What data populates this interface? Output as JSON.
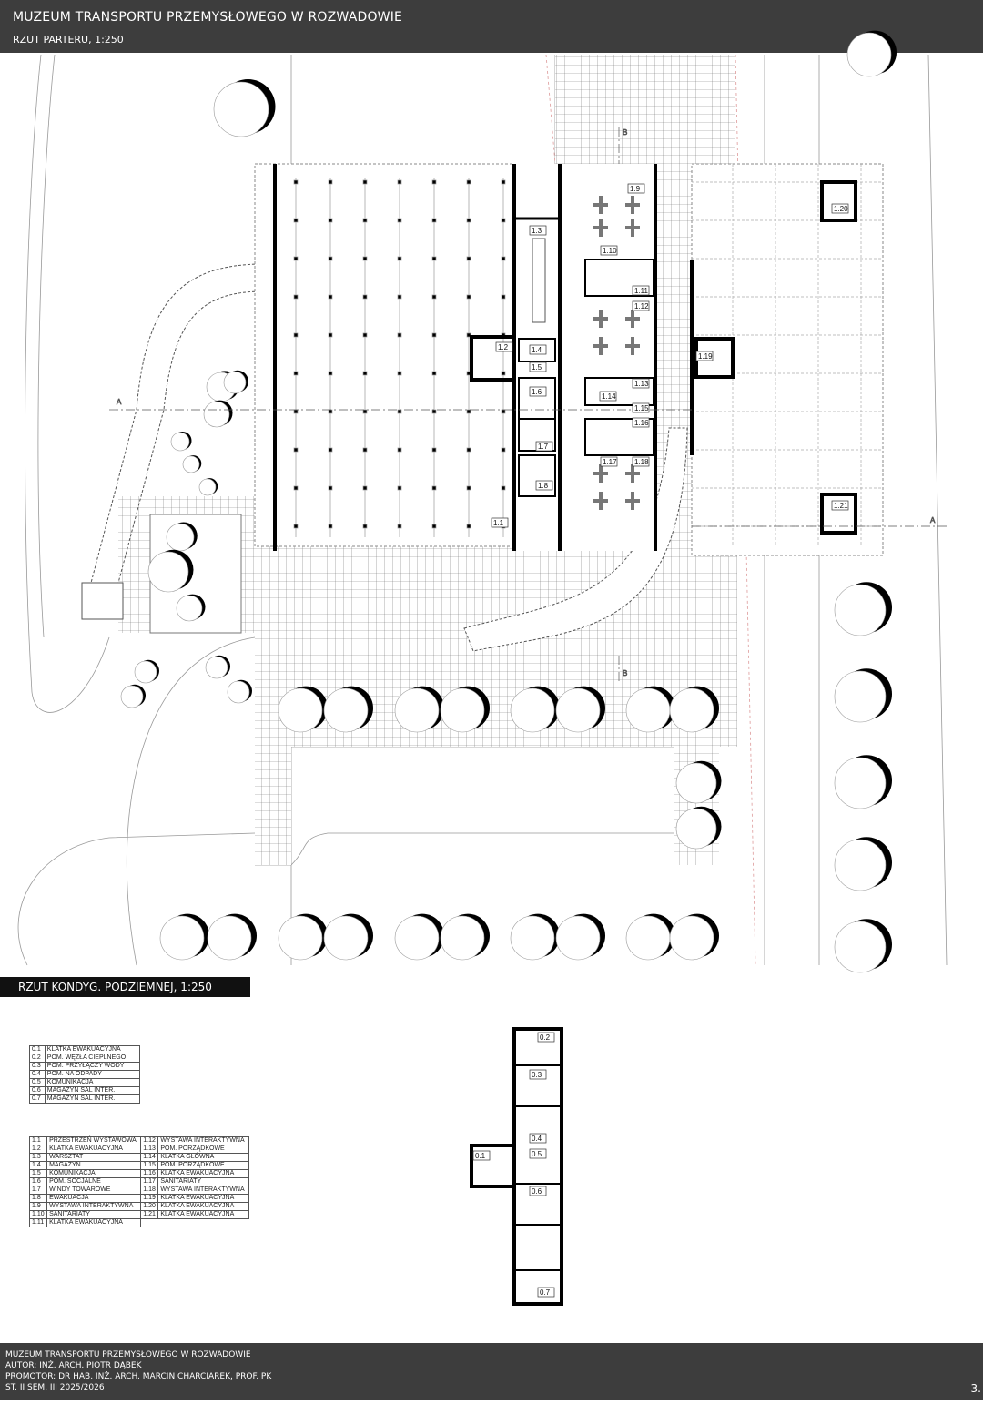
{
  "header": {
    "title": "MUZEUM TRANSPORTU PRZEMYSŁOWEGO W ROZWADOWIE",
    "subtitle": "RZUT PARTERU, 1:250"
  },
  "section_markers": {
    "a": "A",
    "b": "B"
  },
  "ground_rooms": [
    "1.1",
    "1.2",
    "1.3",
    "1.4",
    "1.5",
    "1.6",
    "1.7",
    "1.8",
    "1.9",
    "1.10",
    "1.11",
    "1.12",
    "1.13",
    "1.14",
    "1.15",
    "1.16",
    "1.17",
    "1.18",
    "1.19",
    "1.20",
    "1.21"
  ],
  "underground_title": "RZUT KONDYG. PODZIEMNEJ, 1:250",
  "underground_rooms": [
    "0.1",
    "0.2",
    "0.3",
    "0.4",
    "0.5",
    "0.6",
    "0.7"
  ],
  "legend_underground": [
    {
      "no": "0.1",
      "name": "KLATKA EWAKUACYJNA"
    },
    {
      "no": "0.2",
      "name": "POM. WĘZŁA CIEPLNEGO"
    },
    {
      "no": "0.3",
      "name": "POM. PRZYŁĄCZY WODY"
    },
    {
      "no": "0.4",
      "name": "POM. NA ODPADY"
    },
    {
      "no": "0.5",
      "name": "KOMUNIKACJA"
    },
    {
      "no": "0.6",
      "name": "MAGAZYN SAL INTER."
    },
    {
      "no": "0.7",
      "name": "MAGAZYN SAL INTER."
    }
  ],
  "legend_ground_left": [
    {
      "no": "1.1",
      "name": "PRZESTRZEŃ WYSTAWOWA"
    },
    {
      "no": "1.2",
      "name": "KLATKA EWAKUACYJNA"
    },
    {
      "no": "1.3",
      "name": "WARSZTAT"
    },
    {
      "no": "1.4",
      "name": "MAGAZYN"
    },
    {
      "no": "1.5",
      "name": "KOMUNIKACJA"
    },
    {
      "no": "1.6",
      "name": "POM. SOCJALNE"
    },
    {
      "no": "1.7",
      "name": "WINDY TOWAROWE"
    },
    {
      "no": "1.8",
      "name": "EWAKUACJA"
    },
    {
      "no": "1.9",
      "name": "WYSTAWA INTERAKTYWNA"
    },
    {
      "no": "1.10",
      "name": "SANITARIATY"
    },
    {
      "no": "1.11",
      "name": "KLATKA EWAKUACYJNA"
    }
  ],
  "legend_ground_right": [
    {
      "no": "1.12",
      "name": "WYSTAWA INTERAKTYWNA"
    },
    {
      "no": "1.13",
      "name": "POM. PORZĄDKOWE"
    },
    {
      "no": "1.14",
      "name": "KLATKA GŁÓWNA"
    },
    {
      "no": "1.15",
      "name": "POM. PORZĄDKOWE"
    },
    {
      "no": "1.16",
      "name": "KLATKA EWAKUACYJNA"
    },
    {
      "no": "1.17",
      "name": "SANITARIATY"
    },
    {
      "no": "1.18",
      "name": "WYSTAWA INTERAKTYWNA"
    },
    {
      "no": "1.19",
      "name": "KLATKA EWAKUACYJNA"
    },
    {
      "no": "1.20",
      "name": "KLATKA EWAKUACYJNA"
    },
    {
      "no": "1.21",
      "name": "KLATKA EWAKUACYJNA"
    }
  ],
  "footer": {
    "line1": "MUZEUM TRANSPORTU PRZEMYSŁOWEGO W ROZWADOWIE",
    "line2": "AUTOR: INŻ. ARCH. PIOTR DĄBEK",
    "line3": "PROMOTOR: DR HAB. INŻ. ARCH. MARCIN CHARCIAREK, PROF. PK",
    "line4": "ST. II SEM. III 2025/2026",
    "page": "3."
  }
}
